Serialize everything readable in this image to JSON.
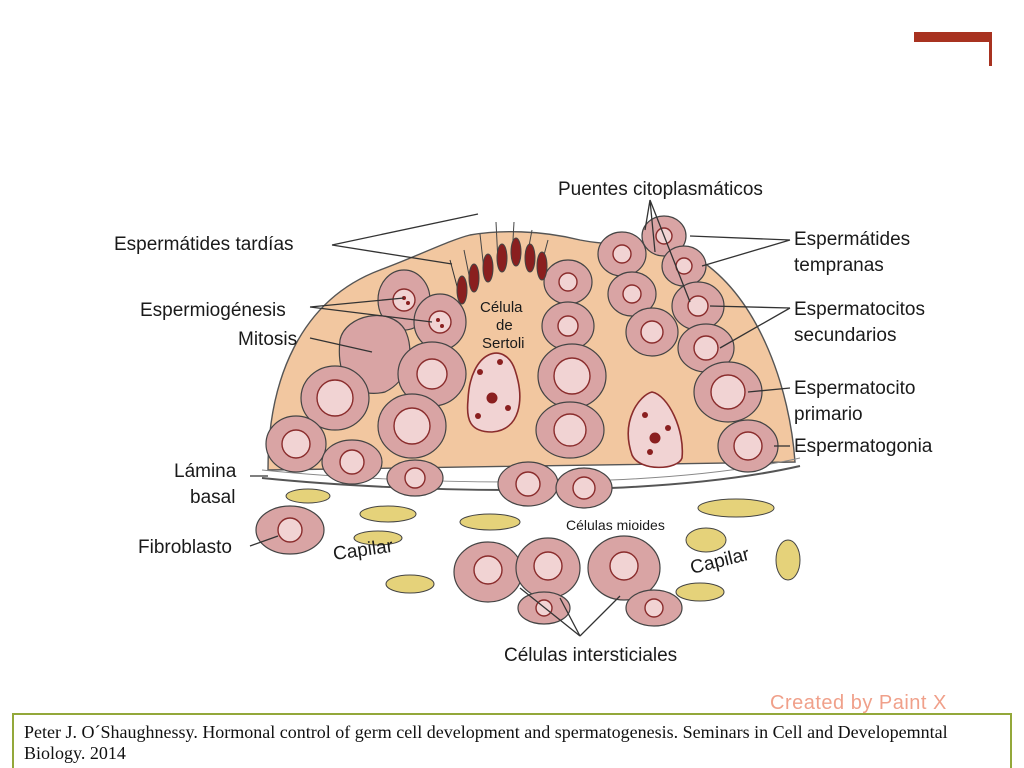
{
  "diagram": {
    "labels": {
      "puentes": "Puentes citoplasmáticos",
      "esp_tardias": "Espermátides tardías",
      "esp_tempranas_1": "Espermátides",
      "esp_tempranas_2": "tempranas",
      "espermiogenesis": "Espermiogénesis",
      "mitosis": "Mitosis",
      "sertoli_1": "Célula",
      "sertoli_2": "de",
      "sertoli_3": "Sertoli",
      "espermatocitos_sec_1": "Espermatocitos",
      "espermatocitos_sec_2": "secundarios",
      "espermatocito_pri_1": "Espermatocito",
      "espermatocito_pri_2": "primario",
      "espermatogonia": "Espermatogonia",
      "lamina_1": "Lámina",
      "lamina_2": "basal",
      "fibroblasto": "Fibroblasto",
      "capilar_left": "Capilar",
      "capilar_right": "Capilar",
      "mioides": "Células mioides",
      "intersticiales": "Células intersticiales"
    }
  },
  "watermark": "Created by Paint X",
  "citation": "Peter J. O´Shaughnessy. Hormonal control of germ cell development and spermatogenesis. Seminars in Cell and Developemntal Biology. 2014",
  "colors": {
    "accent": "#a83220",
    "tissue": "#f2c7a0",
    "cell": "#d9a4a4",
    "nucleus_dot": "#8a1f1f",
    "fibroblast": "#e5d27a",
    "citation_border": "#93a83a"
  }
}
